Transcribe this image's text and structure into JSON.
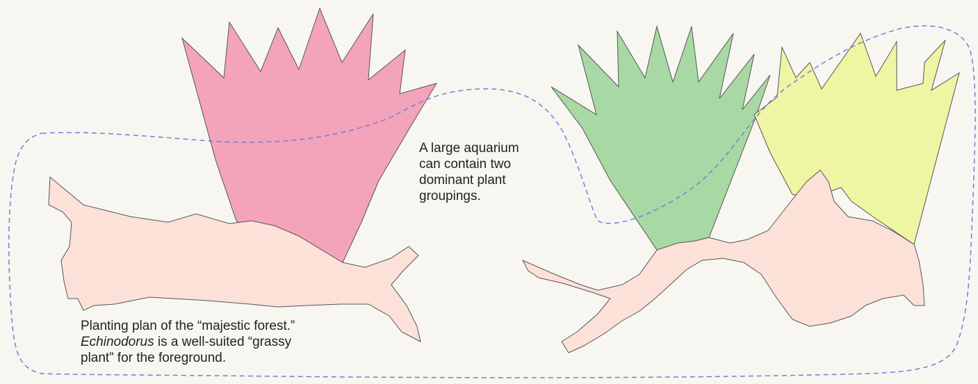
{
  "colors": {
    "background": "#f7f6f1",
    "pink_group": "#f3a4ba",
    "green_group": "#a8d8a3",
    "yellow_group": "#eef5a3",
    "driftwood": "#fbe1d8",
    "dashed_outline": "#7a7ad6",
    "outline": "#555555"
  },
  "center_note": {
    "line1": "A large aquarium",
    "line2": "can contain two",
    "line3": "dominant  plant",
    "line4": "groupings."
  },
  "caption": {
    "line1": "Planting plan of the “majestic forest.”",
    "line2_italic": "Echinodorus",
    "line2_rest": " is a well-suited “grassy",
    "line3": "plant” for the foreground."
  }
}
